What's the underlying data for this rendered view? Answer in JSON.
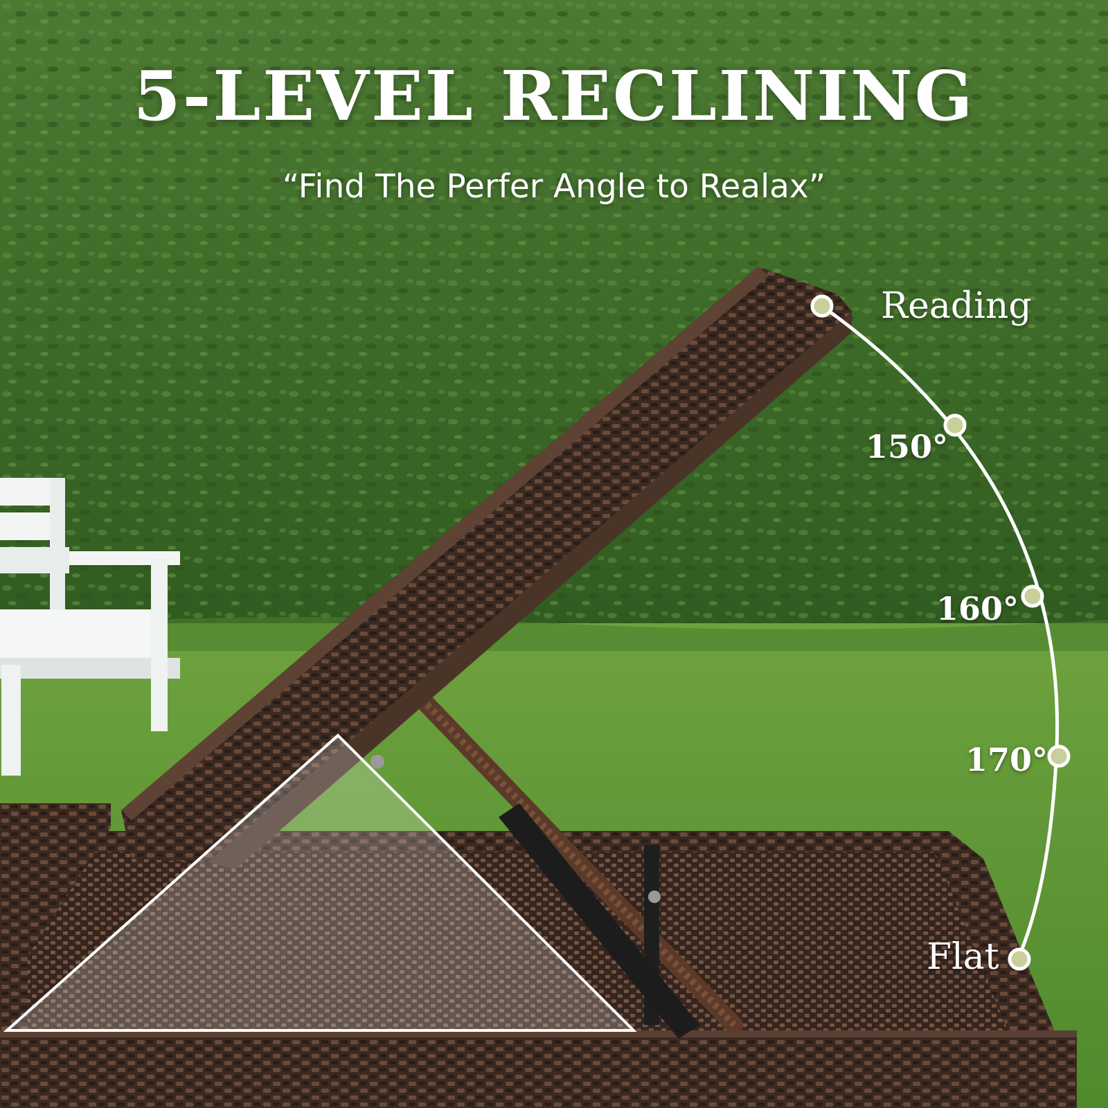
{
  "headline": "5-LEVEL RECLINING",
  "subheadline": "“Find The Perfer Angle to Realax”",
  "recline_levels": [
    {
      "label": "Reading"
    },
    {
      "label": "150°"
    },
    {
      "label": "160°"
    },
    {
      "label": "170°"
    },
    {
      "label": "Flat"
    }
  ],
  "colors": {
    "hedge": "#3f6a2a",
    "grass": "#5f9237",
    "wicker": "#3b2a22",
    "arc_line": "#ffffff",
    "node_fill": "#c9cf9a",
    "text": "#ffffff"
  }
}
